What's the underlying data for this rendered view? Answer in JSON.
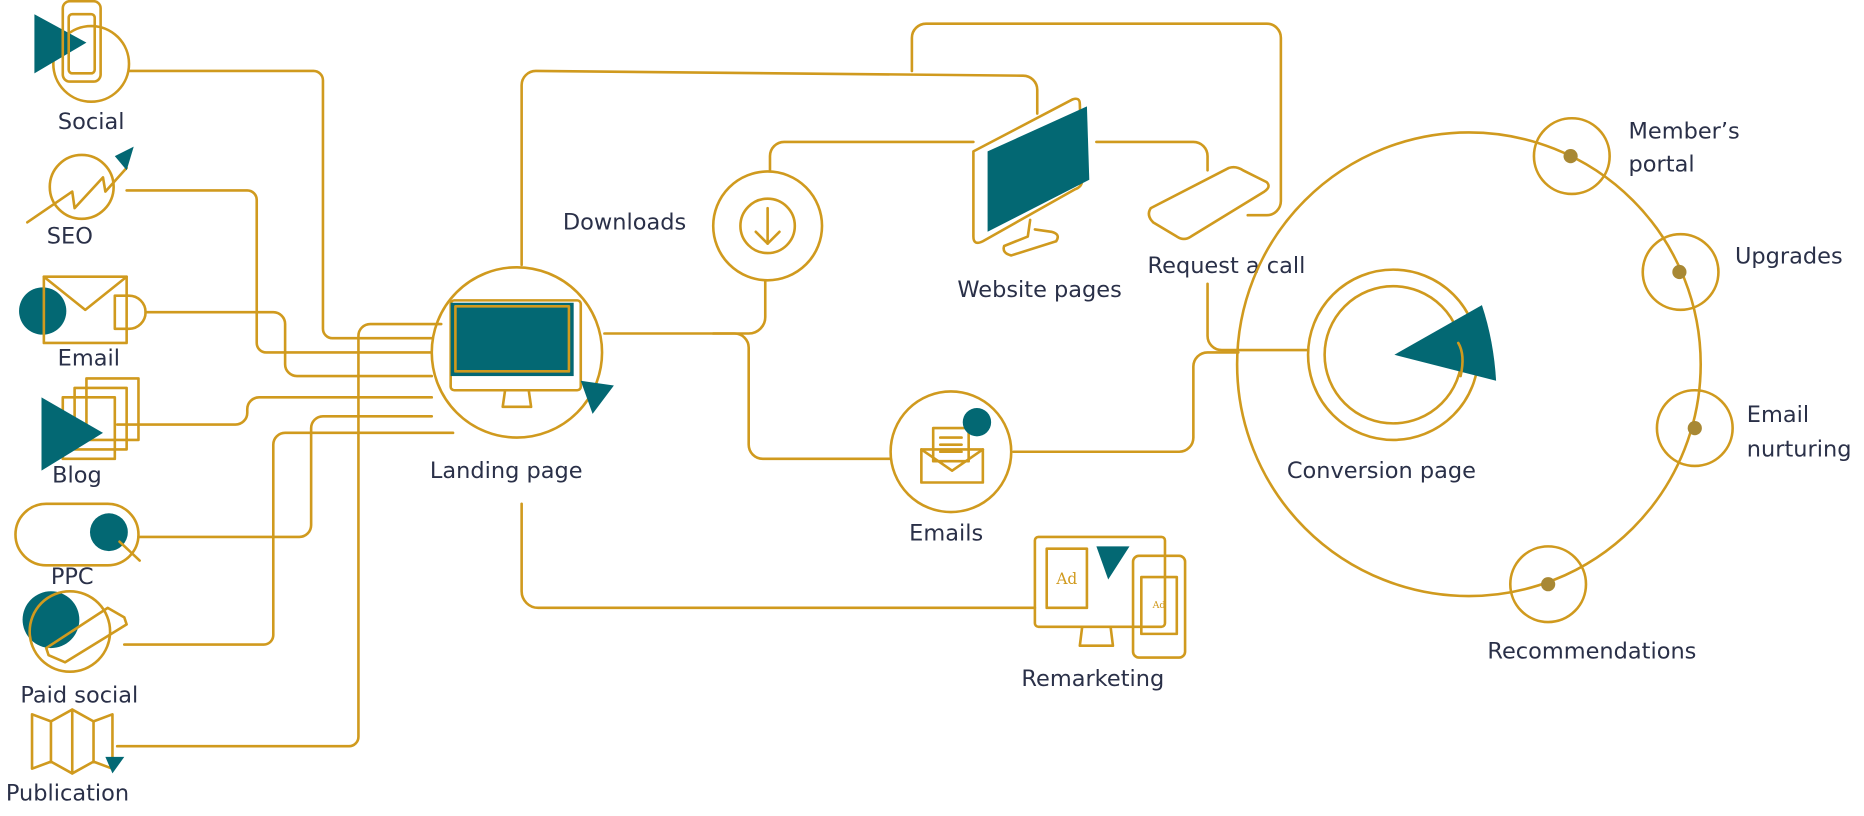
{
  "colors": {
    "line": "#D09A1E",
    "accent": "#036873",
    "text": "#2A3048",
    "dot": "#A88834"
  },
  "sources": [
    {
      "label": "Social",
      "icon": "smartphone-icon"
    },
    {
      "label": "SEO",
      "icon": "trend-arrow-icon"
    },
    {
      "label": "Email",
      "icon": "envelope-icon"
    },
    {
      "label": "Blog",
      "icon": "pages-icon"
    },
    {
      "label": "PPC",
      "icon": "search-bar-icon"
    },
    {
      "label": "Paid social",
      "icon": "tablet-icon"
    },
    {
      "label": "Publication",
      "icon": "map-fold-icon"
    }
  ],
  "hub": {
    "label": "Landing page",
    "icon": "monitor-icon"
  },
  "middle": {
    "downloads": {
      "label": "Downloads",
      "icon": "download-icon"
    },
    "website": {
      "label": "Website pages",
      "icon": "monitor-icon"
    },
    "call": {
      "label": "Request a call",
      "icon": "phone-icon"
    },
    "emails": {
      "label": "Emails",
      "icon": "open-envelope-icon"
    },
    "remarketing": {
      "label": "Remarketing",
      "icon": "ad-screens-icon",
      "ad_text": "Ad"
    }
  },
  "conversion": {
    "label": "Conversion page",
    "icon": "target-icon"
  },
  "retention": [
    {
      "label_line1": "Member’s",
      "label_line2": "portal"
    },
    {
      "label_line1": "Upgrades",
      "label_line2": ""
    },
    {
      "label_line1": "Email",
      "label_line2": "nurturing"
    },
    {
      "label_line1": "Recommendations",
      "label_line2": ""
    }
  ]
}
